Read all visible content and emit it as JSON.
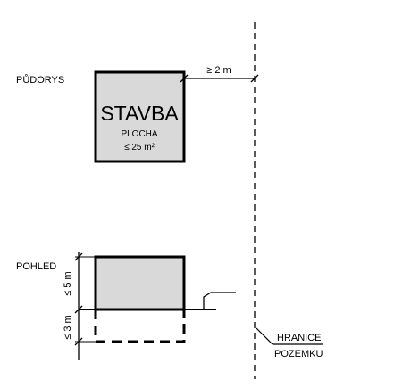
{
  "plan": {
    "heading": "PŮDORYS",
    "building_name": "STAVBA",
    "area_label": "PLOCHA",
    "area_value": "≤ 25 m²",
    "distance_label": "≥ 2 m"
  },
  "elevation": {
    "heading": "POHLED",
    "height_above": "≤ 5 m",
    "depth_below": "≤ 3 m"
  },
  "boundary": {
    "line1": "HRANICE",
    "line2": "POZEMKU"
  },
  "colors": {
    "building_fill": "#d9d9d9",
    "stroke": "#000000"
  }
}
